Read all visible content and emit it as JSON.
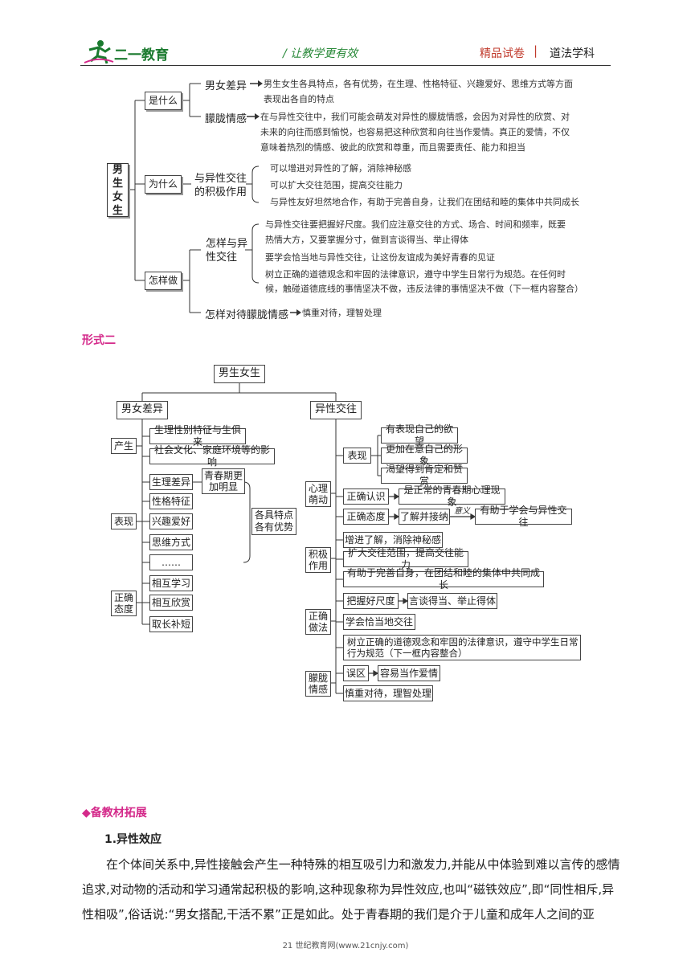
{
  "header": {
    "logo_text": "二一教育",
    "slogan": "/  让教学更有效",
    "brand": "精品试卷",
    "separator": "|",
    "subject": "道法学科"
  },
  "map1": {
    "root": "男生女生",
    "q1": "是什么",
    "q1_a_label": "男女差异",
    "q1_a_l1": "男生女生各具特点，各有优势，在生理、性格特征、兴趣爱好、思维方式等方面",
    "q1_a_l2": "表现出各自的特点",
    "q1_b_label": "朦胧情感",
    "q1_b_l1": "在与异性交往中，我们可能会萌发对异性的朦胧情感，会因为对异性的欣赏、对",
    "q1_b_l2": "未来的向往而感到愉悦，也容易把这种欣赏和向往当作爱情。真正的爱情，不仅",
    "q1_b_l3": "意味着热烈的情感、彼此的欣赏和尊重，而且需要责任、能力和担当",
    "q2": "为什么",
    "q2_label_l1": "与异性交往",
    "q2_label_l2": "的积极作用",
    "q2_i1": "可以增进对异性的了解，消除神秘感",
    "q2_i2": "可以扩大交往范围，提高交往能力",
    "q2_i3": "与异性友好坦然地合作，有助于完善自身，让我们在团结和睦的集体中共同成长",
    "q3": "怎样做",
    "q3_a_l1": "怎样与异",
    "q3_a_l2": "性交往",
    "q3_a_i1_l1": "与异性交往要把握好尺度。我们应注意交往的方式、场合、时间和频率，既要",
    "q3_a_i1_l2": "热情大方，又要掌握分寸，做到言谈得当、举止得体",
    "q3_a_i2": "要学会恰当地与异性交往，让这份友谊成为美好青春的见证",
    "q3_a_i3_l1": "树立正确的道德观念和牢固的法律意识，遵守中学生日常行为规范。在任何时",
    "q3_a_i3_l2": "候，触碰道德底线的事情坚决不做，违反法律的事情坚决不做（下一框内容整合）",
    "q3_b_label": "怎样对待朦胧情感",
    "q3_b_text": "慎重对待，理智处理"
  },
  "form2_label": "形式二",
  "map2": {
    "root": "男生女生",
    "left": "男女差异",
    "right": "异性交往",
    "l_origin": "产生",
    "l_origin_1": "生理性别特征与生俱来",
    "l_origin_2": "社会文化、家庭环境等的影响",
    "l_show": "表现",
    "l_show_1": "生理差异",
    "l_show_1b_l1": "青春期更",
    "l_show_1b_l2": "加明显",
    "l_show_2": "性格特征",
    "l_show_3": "兴趣爱好",
    "l_show_4": "思维方式",
    "l_show_5": "……",
    "l_show_sum_l1": "各具特点",
    "l_show_sum_l2": "各有优势",
    "l_att_l1": "正确",
    "l_att_l2": "态度",
    "l_att_1": "相互学习",
    "l_att_2": "相互欣赏",
    "l_att_3": "取长补短",
    "r_psy_l1": "心理",
    "r_psy_l2": "萌动",
    "r_psy_show": "表现",
    "r_psy_show_1": "有表现自己的欲望",
    "r_psy_show_2": "更加在意自己的形象",
    "r_psy_show_3": "渴望得到肯定和赞赏",
    "r_psy_know": "正确认识",
    "r_psy_know_1": "是正常的青春期心理现象",
    "r_psy_att": "正确态度",
    "r_psy_att_1": "了解并接纳",
    "r_psy_att_meaning": "意义",
    "r_psy_att_2": "有助于学会与异性交往",
    "r_pos_l1": "积极",
    "r_pos_l2": "作用",
    "r_pos_1": "增进了解，消除神秘感",
    "r_pos_2": "扩大交往范围，提高交往能力",
    "r_pos_3": "有助于完善自身，在团结和睦的集体中共同成长",
    "r_do_l1": "正确",
    "r_do_l2": "做法",
    "r_do_1": "把握好尺度",
    "r_do_1b": "言谈得当、举止得体",
    "r_do_2": "学会恰当地交往",
    "r_do_3_l1": "树立正确的道德观念和牢固的法律意识，遵守中学生日常",
    "r_do_3_l2": "行为规范（下一框内容整合）",
    "r_hazy_l1": "朦胧",
    "r_hazy_l2": "情感",
    "r_hazy_1": "误区",
    "r_hazy_1b": "容易当作爱情",
    "r_hazy_2": "慎重对待，理智处理"
  },
  "section": {
    "heading": "◆备教材拓展",
    "subheading": "1.异性效应",
    "p1": "在个体间关系中,异性接触会产生一种特殊的相互吸引力和激发力,并能从中体验到难以言传的感情追求,对动物的活动和学习通常起积极的影响,这种现象称为异性效应,也叫“磁铁效应”,即“同性相斥,异性相吸”,俗话说:“男女搭配,干活不累”正是如此。处于青春期的我们是介于儿童和成年人之间的亚"
  },
  "footer": "21 世纪教育网(www.21cnjy.com)",
  "colors": {
    "accent": "#d4298a",
    "logo_green": "#1a7a2e",
    "brand_red": "#c0392b"
  }
}
